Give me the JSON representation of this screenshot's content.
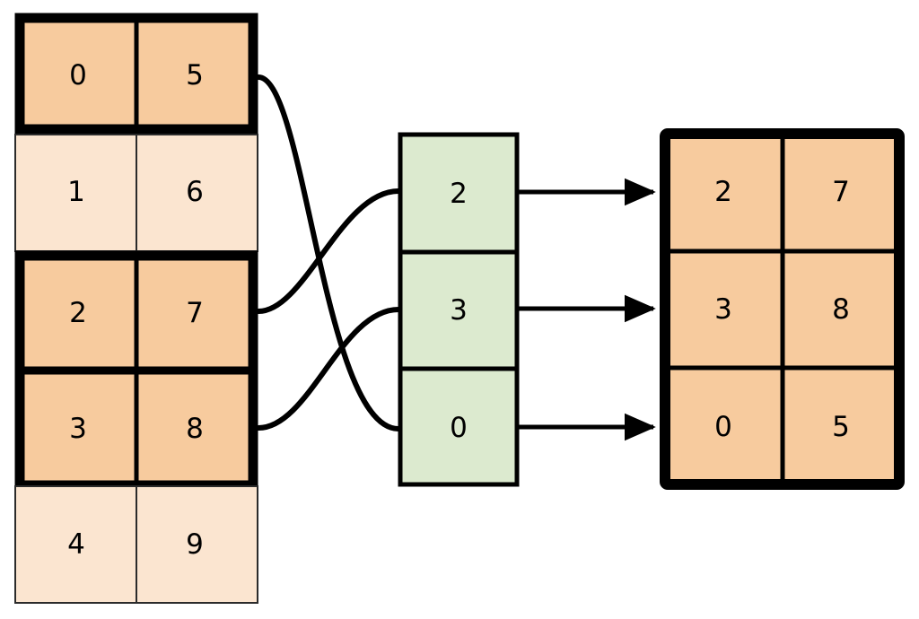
{
  "diagram": {
    "title": "array-gather-indexing-diagram",
    "colors": {
      "highlight_fill": "#f7cb9e",
      "plain_fill": "#fbe5d0",
      "index_fill": "#dceacf",
      "stroke": "#000000",
      "thin_stroke": "#1a1a1a",
      "background": "#ffffff"
    },
    "source_table": {
      "name": "source-array",
      "columns": 2,
      "rows": [
        {
          "cells": [
            "0",
            "5"
          ],
          "selected": true
        },
        {
          "cells": [
            "1",
            "6"
          ],
          "selected": false
        },
        {
          "cells": [
            "2",
            "7"
          ],
          "selected": true
        },
        {
          "cells": [
            "3",
            "8"
          ],
          "selected": true
        },
        {
          "cells": [
            "4",
            "9"
          ],
          "selected": false
        }
      ]
    },
    "index_table": {
      "name": "index-array",
      "columns": 1,
      "rows": [
        {
          "cells": [
            "2"
          ]
        },
        {
          "cells": [
            "3"
          ]
        },
        {
          "cells": [
            "0"
          ]
        }
      ]
    },
    "result_table": {
      "name": "result-array",
      "columns": 2,
      "rows": [
        {
          "cells": [
            "2",
            "7"
          ]
        },
        {
          "cells": [
            "3",
            "8"
          ]
        },
        {
          "cells": [
            "0",
            "5"
          ]
        }
      ]
    },
    "connectors": [
      {
        "name": "connector-source-row-0-to-index-row-2",
        "from_row": 0,
        "to_row": 2
      },
      {
        "name": "connector-source-row-2-to-index-row-0",
        "from_row": 2,
        "to_row": 0
      },
      {
        "name": "connector-source-row-3-to-index-row-1",
        "from_row": 3,
        "to_row": 1
      }
    ],
    "arrows": [
      {
        "name": "arrow-index-row-0-to-result-row-0",
        "row": 0
      },
      {
        "name": "arrow-index-row-1-to-result-row-1",
        "row": 1
      },
      {
        "name": "arrow-index-row-2-to-result-row-2",
        "row": 2
      }
    ]
  }
}
